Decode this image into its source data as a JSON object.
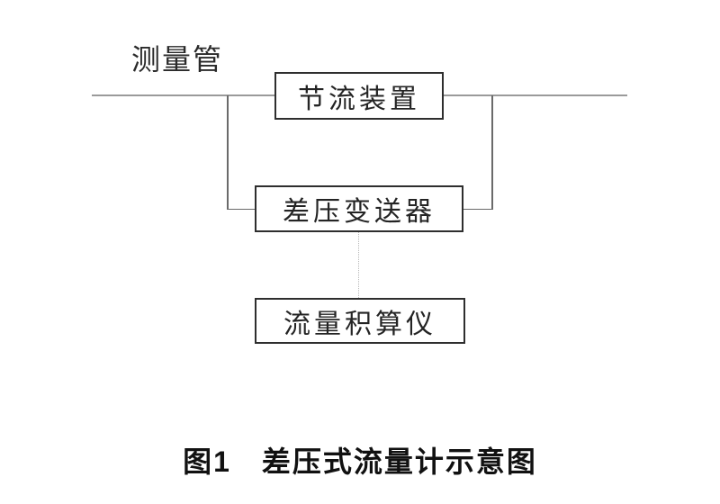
{
  "diagram": {
    "pipe_label": "测量管",
    "nodes": [
      {
        "id": "throttling-device",
        "label": "节流装置"
      },
      {
        "id": "dp-transmitter",
        "label": "差压变送器"
      },
      {
        "id": "flow-totalizer",
        "label": "流量积算仪"
      }
    ],
    "connections": [
      {
        "from": "pipe-upstream",
        "to": "dp-transmitter",
        "style": "solid"
      },
      {
        "from": "pipe-downstream",
        "to": "dp-transmitter",
        "style": "solid"
      },
      {
        "from": "dp-transmitter",
        "to": "flow-totalizer",
        "style": "dotted"
      }
    ],
    "caption": "图1　差压式流量计示意图",
    "colors": {
      "pipe": "#9a9a9a",
      "connector": "#6a6a6a",
      "box_border": "#2e2e2e",
      "signal_dotted": "#b8b8b8",
      "text": "#242424",
      "caption_text": "#111111",
      "background": "#ffffff"
    }
  }
}
